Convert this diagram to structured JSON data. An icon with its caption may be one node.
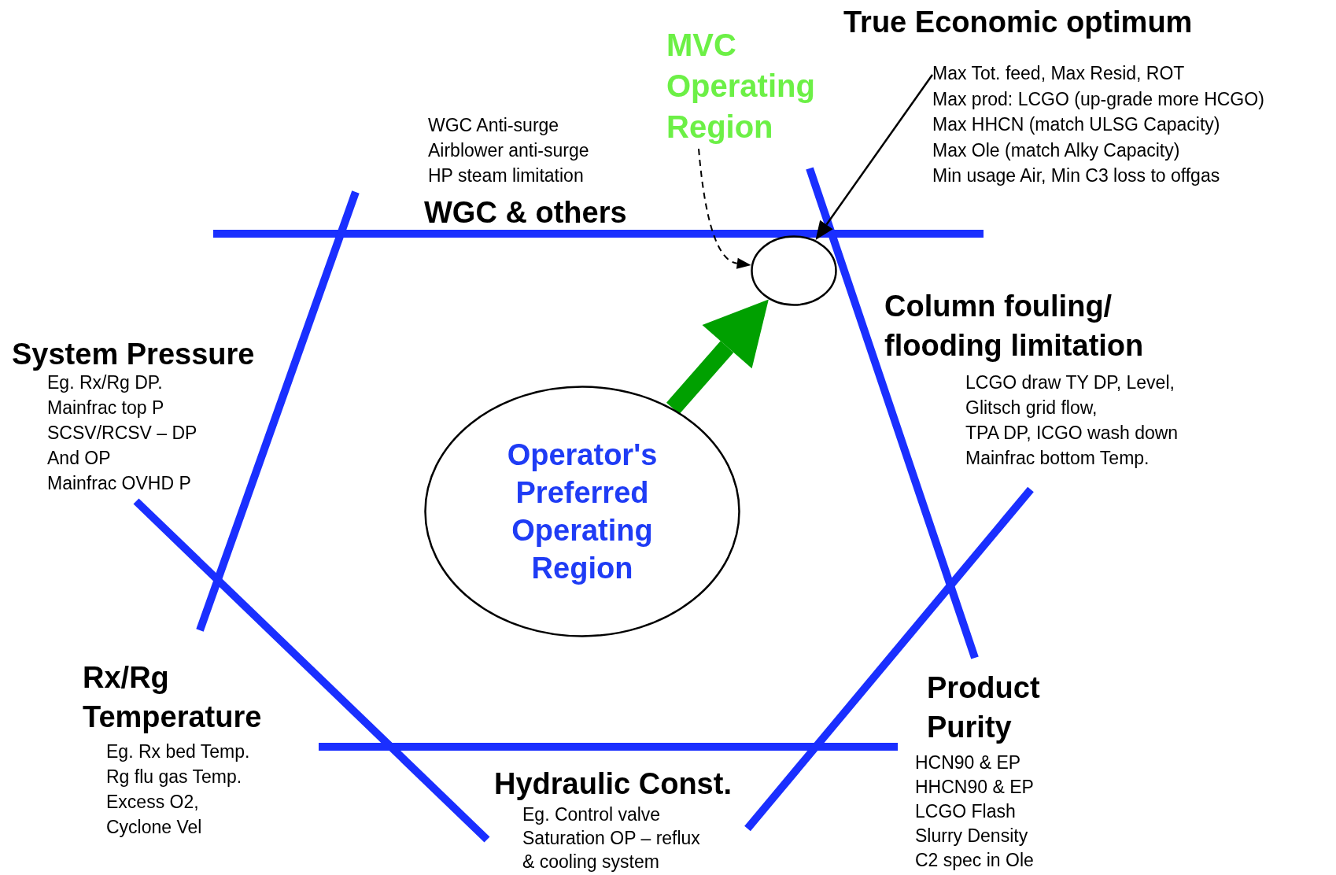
{
  "diagram": {
    "nodes": [
      {
        "text": [
          "Operator's Preferred Operating Region"
        ]
      },
      {
        "text": [],
        "shape": "circle"
      },
      {
        "text": [
          "MVC Operating Region"
        ]
      },
      {
        "text": [
          "Max Tot. feed, Max Resid, ROT",
          "Max prod: LCGO (up-grade more HCGO)",
          "Max HHCN (match ULSG Capacity)",
          "Max Ole (match Alky Capacity)",
          "Min usage Air, Min C3 loss to offgas"
        ]
      }
    ],
    "edges": [
      {
        "from": 0,
        "to": 1,
        "arrow": "to",
        "style": "thick",
        "color": "#00a000"
      },
      {
        "from": 2,
        "to": 1,
        "arrow": "to",
        "style": "dashed"
      },
      {
        "from": 3,
        "to": 1,
        "arrow": "to"
      }
    ],
    "labels": [
      "True Economic optimum",
      "WGC Anti-surge",
      "Airblower anti-surge",
      "HP steam limitation",
      "WGC & others",
      "Column fouling/ flooding limitation",
      "LCGO draw TY DP, Level,",
      "Glitsch grid flow,",
      "TPA DP, ICGO wash down",
      "Mainfrac bottom Temp.",
      "System Pressure",
      "Eg. Rx/Rg DP.",
      "Mainfrac top P",
      "SCSV/RCSV – DP",
      "And OP",
      "Mainfrac OVHD P",
      "Rx/Rg Temperature",
      "Eg. Rx bed Temp.",
      "Rg flu gas Temp.",
      "Excess O2,",
      "Cyclone Vel",
      "Product Purity",
      "HCN90 & EP",
      "HHCN90 & EP",
      "LCGO Flash",
      "Slurry Density",
      "C2 spec in Ole",
      "Hydraulic Const.",
      "Eg. Control valve",
      "Saturation OP – reflux",
      "& cooling system"
    ]
  }
}
